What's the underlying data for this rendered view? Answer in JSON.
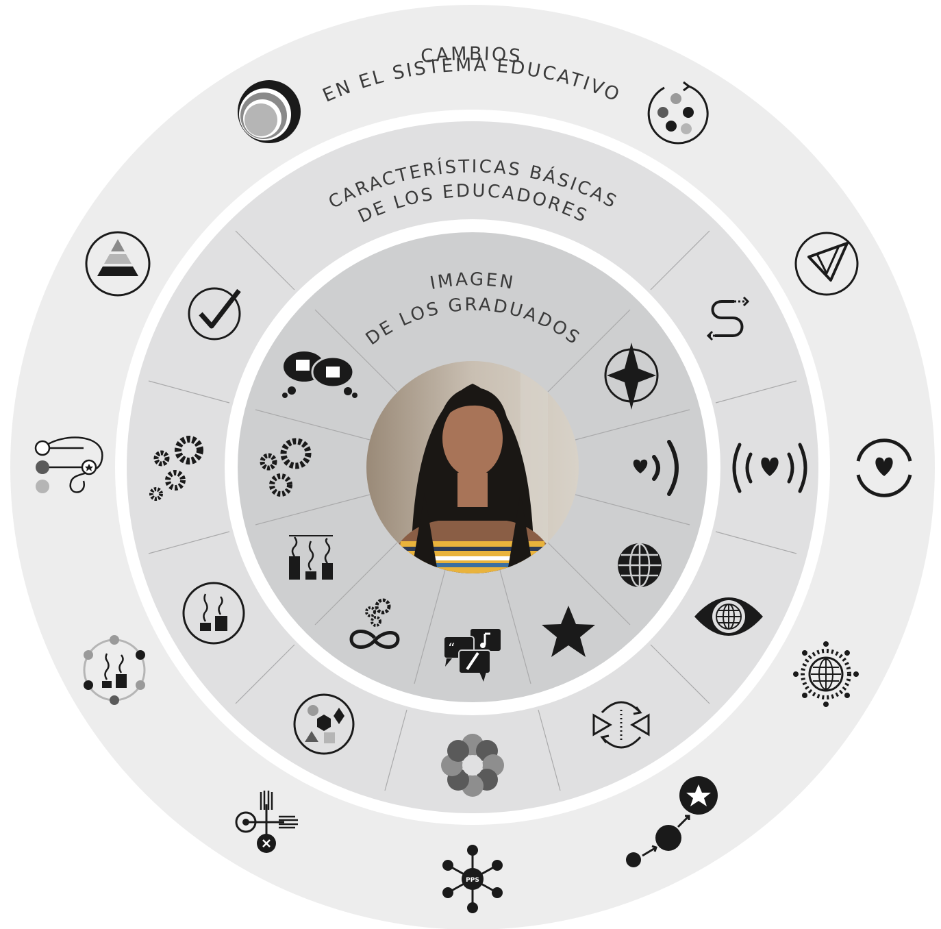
{
  "rings": {
    "outer": {
      "title_line1": "CAMBIOS",
      "title_line2": "EN EL SISTEMA EDUCATIVO",
      "color": "#ededed",
      "icons": [
        "concentric-circles-icon",
        "shuffle-dots-icon",
        "paper-plane-icon",
        "heart-cycle-icon",
        "globe-sun-icon",
        "star-path-icon",
        "pps-network-icon",
        "intersection-x-icon",
        "growth-cycle-icon",
        "path-nodes-icon",
        "pyramid-icon"
      ]
    },
    "middle": {
      "title_line1": "CARACTERÍSTICAS BÁSICAS",
      "title_line2": "DE LOS EDUCADORES",
      "color": "#e0e0e1",
      "icons": [
        "checkmark-icon",
        "s-path-arrows-icon",
        "heart-broadcast-icon",
        "globe-eye-icon",
        "rotate-arrows-icon",
        "flower-circles-icon",
        "shapes-cycle-icon",
        "growth-circle-icon",
        "gears-cluster-icon"
      ]
    },
    "inner": {
      "title_line1": "IMAGEN",
      "title_line2": "DE LOS GRADUADOS",
      "color": "#cecfd0",
      "icons": [
        "compass-star-icon",
        "heart-signal-icon",
        "globe-icon",
        "star-icon",
        "speech-bubbles-icon",
        "gears-infinity-icon",
        "growth-bars-icon",
        "gears-icon",
        "puzzle-thought-icon"
      ]
    }
  },
  "center": {
    "photo": "graduate-portrait"
  }
}
